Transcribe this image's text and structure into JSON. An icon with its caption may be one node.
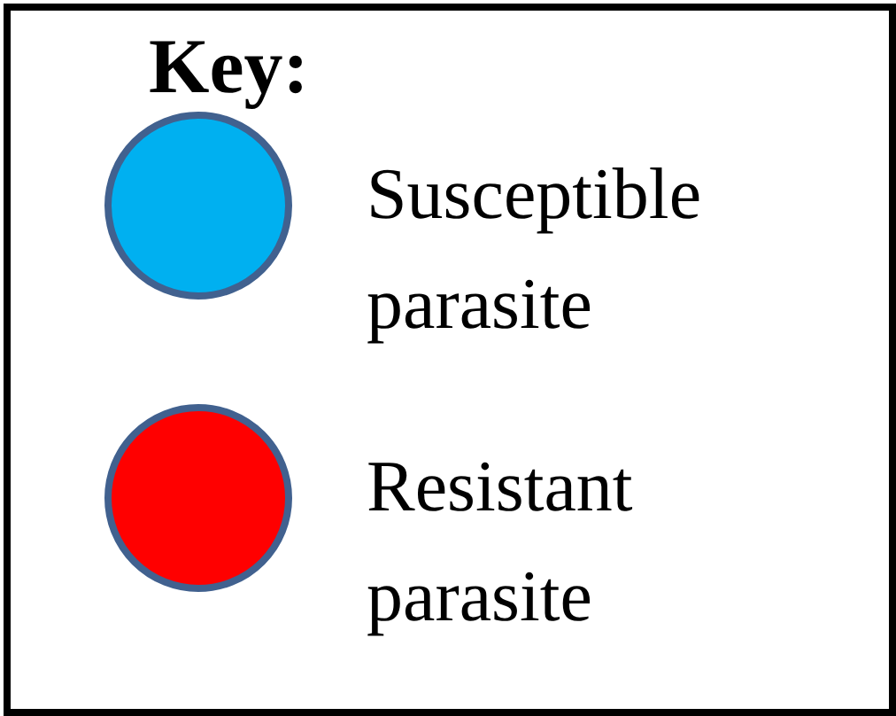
{
  "diagram": {
    "title": "Key:",
    "legend": [
      {
        "text": "Susceptible parasite",
        "color": "#00b0f0"
      },
      {
        "text": "Resistant parasite",
        "color": "#ff0000"
      }
    ]
  }
}
